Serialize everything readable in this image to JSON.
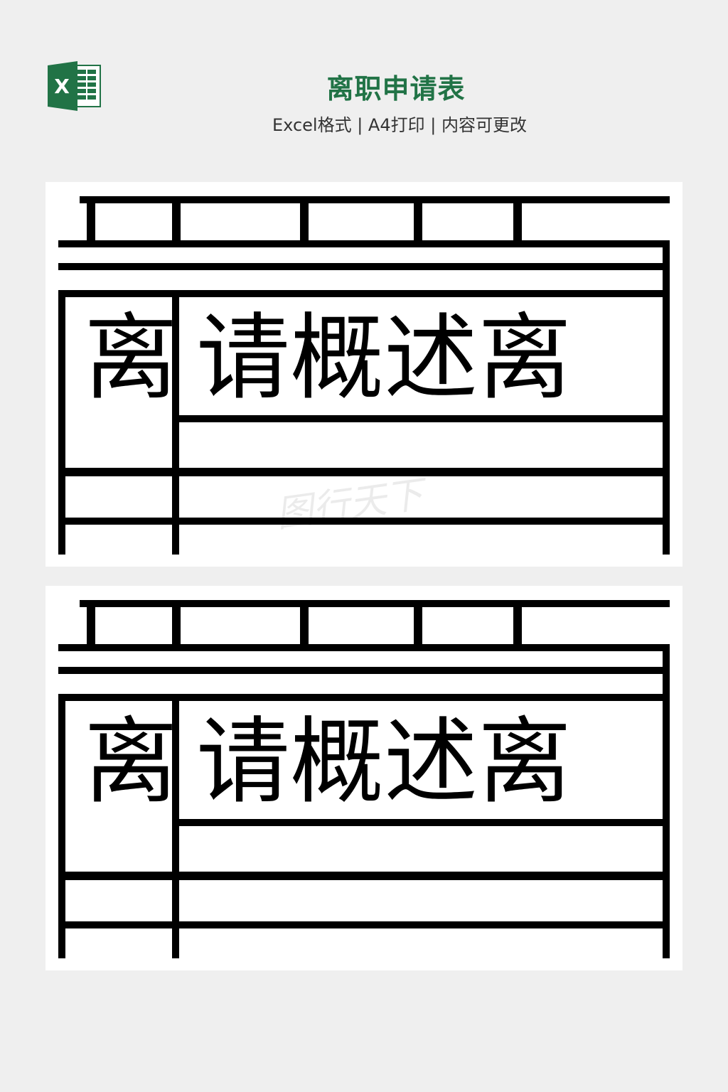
{
  "header": {
    "app_icon": "excel-icon",
    "logo_letter": "X",
    "title": "离职申请表",
    "subtitle": "Excel格式 | A4打印 | 内容可更改",
    "title_color": "#217346"
  },
  "preview": {
    "pages": [
      {
        "left_label": "离",
        "right_text": "请概述离",
        "watermark": "图行天下"
      },
      {
        "left_label": "离",
        "right_text": "请概述离"
      }
    ]
  }
}
